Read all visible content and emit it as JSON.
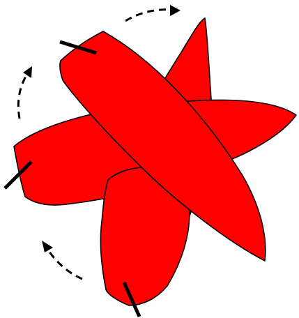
{
  "diagram": {
    "blade_count": 3,
    "blade_color": "#ff0000",
    "outline_color": "#000000",
    "rotation_arrow_count": 3,
    "rotation_arrow_style": "dashed",
    "rotation_direction": "clockwise",
    "blade_marker_count": 3
  }
}
